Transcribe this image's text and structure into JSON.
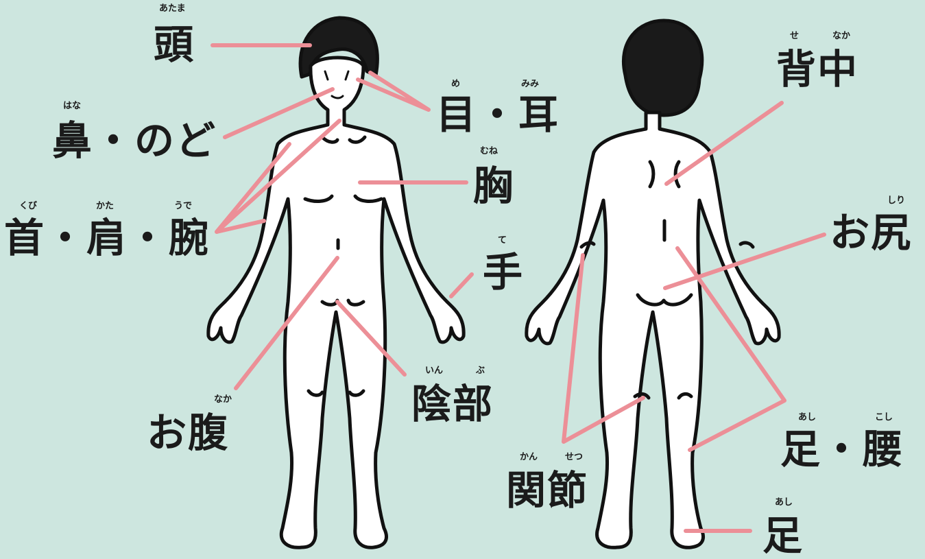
{
  "colors": {
    "background": "#cde6df",
    "pointer_line": "#ec8f97",
    "outline": "#111111",
    "skin": "#ffffff",
    "hair": "#1a1a1a"
  },
  "labels": {
    "head": {
      "text": "頭",
      "ruby": [
        "あたま"
      ]
    },
    "eye_ear": {
      "text": "目・耳",
      "ruby": [
        "め",
        "みみ"
      ]
    },
    "nose_throat": {
      "text": "鼻・のど",
      "ruby": [
        "はな"
      ]
    },
    "chest": {
      "text": "胸",
      "ruby": [
        "むね"
      ]
    },
    "neck_shoulder_arm": {
      "text": "首・肩・腕",
      "ruby": [
        "くび",
        "かた",
        "うで"
      ]
    },
    "hand": {
      "text": "手",
      "ruby": [
        "て"
      ]
    },
    "pubic": {
      "text": "陰部",
      "ruby": [
        "いん",
        "ぶ"
      ]
    },
    "belly": {
      "text": "お腹",
      "ruby": [
        "なか"
      ]
    },
    "back": {
      "text": "背中",
      "ruby": [
        "せ",
        "なか"
      ]
    },
    "buttocks": {
      "text": "お尻",
      "ruby": [
        "しり"
      ]
    },
    "leg_waist": {
      "text": "足・腰",
      "ruby": [
        "あし",
        "こし"
      ]
    },
    "joint": {
      "text": "関節",
      "ruby": [
        "かん",
        "せつ"
      ]
    },
    "foot": {
      "text": "足",
      "ruby": [
        "あし"
      ]
    }
  }
}
